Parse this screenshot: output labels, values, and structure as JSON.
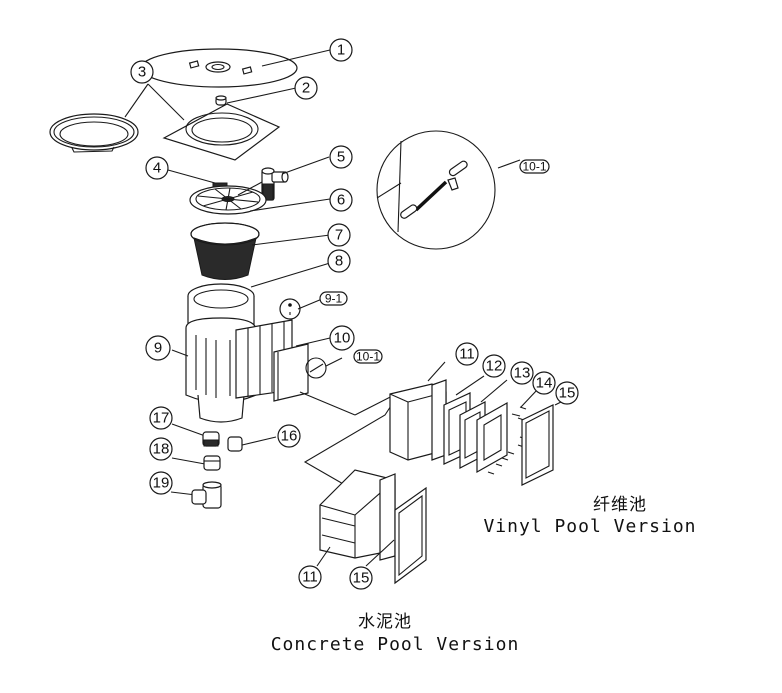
{
  "diagram": {
    "title": "Pool Skimmer Exploded Parts Diagram",
    "callouts": [
      {
        "id": "1",
        "label": "1"
      },
      {
        "id": "2",
        "label": "2"
      },
      {
        "id": "3",
        "label": "3"
      },
      {
        "id": "4",
        "label": "4"
      },
      {
        "id": "5",
        "label": "5"
      },
      {
        "id": "6",
        "label": "6"
      },
      {
        "id": "7",
        "label": "7"
      },
      {
        "id": "8",
        "label": "8"
      },
      {
        "id": "9",
        "label": "9"
      },
      {
        "id": "9-1",
        "label": "9-1"
      },
      {
        "id": "10",
        "label": "10"
      },
      {
        "id": "10-1",
        "label": "10-1"
      },
      {
        "id": "10-1-detail",
        "label": "10-1"
      },
      {
        "id": "11",
        "label": "11"
      },
      {
        "id": "12",
        "label": "12"
      },
      {
        "id": "13",
        "label": "13"
      },
      {
        "id": "14",
        "label": "14"
      },
      {
        "id": "15",
        "label": "15"
      },
      {
        "id": "16",
        "label": "16"
      },
      {
        "id": "17",
        "label": "17"
      },
      {
        "id": "18",
        "label": "18"
      },
      {
        "id": "19",
        "label": "19"
      },
      {
        "id": "11-concrete",
        "label": "11"
      },
      {
        "id": "15-concrete",
        "label": "15"
      }
    ],
    "captions": {
      "vinyl_cn": "纤维池",
      "vinyl_en": "Vinyl Pool Version",
      "concrete_cn": "水泥池",
      "concrete_en": "Concrete Pool Version"
    }
  }
}
